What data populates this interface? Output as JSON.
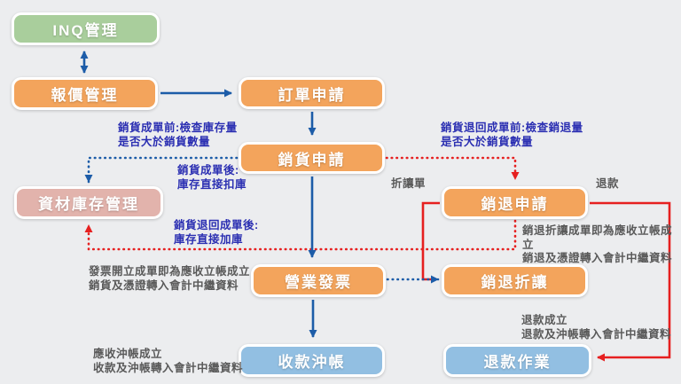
{
  "diagram": {
    "background_color": "#ECEDEF",
    "colors": {
      "green_box": "#A9CE9C",
      "orange_box": "#F3A45C",
      "pink_box": "#E2B3AC",
      "blue_box": "#92BFE2",
      "blue_arrow": "#1C5CA8",
      "red_arrow": "#E62020",
      "blue_note_text": "#2B2FB2",
      "gray_note_text": "#595959"
    },
    "nodes": {
      "inq": {
        "label": "INQ管理"
      },
      "quote": {
        "label": "報價管理"
      },
      "order": {
        "label": "訂單申請"
      },
      "sales": {
        "label": "銷貨申請"
      },
      "inventory": {
        "label": "資材庫存管理"
      },
      "salesreturn": {
        "label": "銷退申請"
      },
      "invoice": {
        "label": "營業發票"
      },
      "allowance": {
        "label": "銷退折讓"
      },
      "receipt": {
        "label": "收款沖帳"
      },
      "refund": {
        "label": "退款作業"
      }
    },
    "notes": {
      "pre_sale": {
        "text": "銷貨成單前:檢查庫存量\n是否大於銷貨數量"
      },
      "post_sale": {
        "text": "銷貨成單後:\n庫存直接扣庫"
      },
      "pre_return": {
        "text": "銷貨退回成單前:檢查銷退量\n是否大於銷貨數量"
      },
      "post_return": {
        "text": "銷貨退回成單後:\n庫存直接加庫"
      },
      "allowance_note": {
        "text": "銷退折讓成單即為應收立帳成立\n銷退及憑證轉入會計中繼資料"
      },
      "invoice_note": {
        "text": "發票開立成單即為應收立帳成立\n銷貨及憑證轉入會計中繼資料"
      },
      "receipt_note": {
        "text": "應收沖帳成立\n收款及沖帳轉入會計中繼資料"
      },
      "refund_note": {
        "text": "退款成立\n退款及沖帳轉入會計中繼資料"
      }
    },
    "edge_labels": {
      "allowance_slip": "折讓單",
      "refund": "退款"
    }
  }
}
